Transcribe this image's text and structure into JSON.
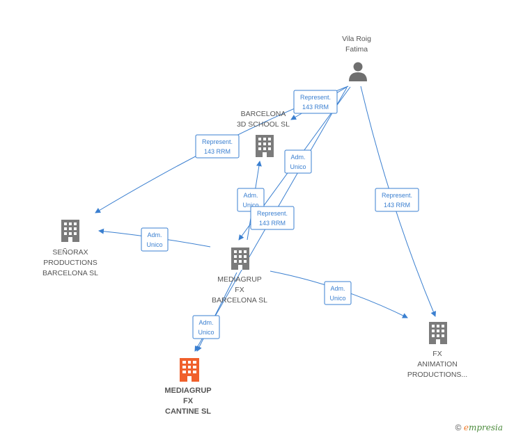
{
  "nodes": {
    "person": {
      "line1": "Vila Roig",
      "line2": "Fatima"
    },
    "barcelona3d": {
      "line1": "BARCELONA",
      "line2": "3D SCHOOL SL"
    },
    "senorax": {
      "line1": "SEÑORAX",
      "line2": "PRODUCTIONS",
      "line3": "BARCELONA  SL"
    },
    "mediagrupBarcelona": {
      "line1": "MEDIAGRUP",
      "line2": "FX",
      "line3": "BARCELONA  SL"
    },
    "mediagrupCantine": {
      "line1": "MEDIAGRUP",
      "line2": "FX",
      "line3": "CANTINE  SL"
    },
    "fxAnimation": {
      "line1": "FX",
      "line2": "ANIMATION",
      "line3": "PRODUCTIONS..."
    }
  },
  "edges": {
    "rep1": {
      "line1": "Represent.",
      "line2": "143 RRM"
    },
    "rep2": {
      "line1": "Represent.",
      "line2": "143 RRM"
    },
    "adm1": {
      "line1": "Adm.",
      "line2": "Unico"
    },
    "adm2": {
      "line1": "Adm.",
      "line2": "Unico"
    },
    "rep3": {
      "line1": "Represent.",
      "line2": "143 RRM"
    },
    "rep4": {
      "line1": "Represent.",
      "line2": "143 RRM"
    },
    "adm3": {
      "line1": "Adm.",
      "line2": "Unico"
    },
    "adm4": {
      "line1": "Adm.",
      "line2": "Unico"
    },
    "adm5": {
      "line1": "Adm.",
      "line2": "Unico"
    }
  },
  "footer": {
    "copyright": "©",
    "brand_first": "e",
    "brand_rest": "mpresia"
  },
  "colors": {
    "edge": "#3a7fd0",
    "node": "#7b7b7b",
    "highlight": "#f0602c"
  }
}
